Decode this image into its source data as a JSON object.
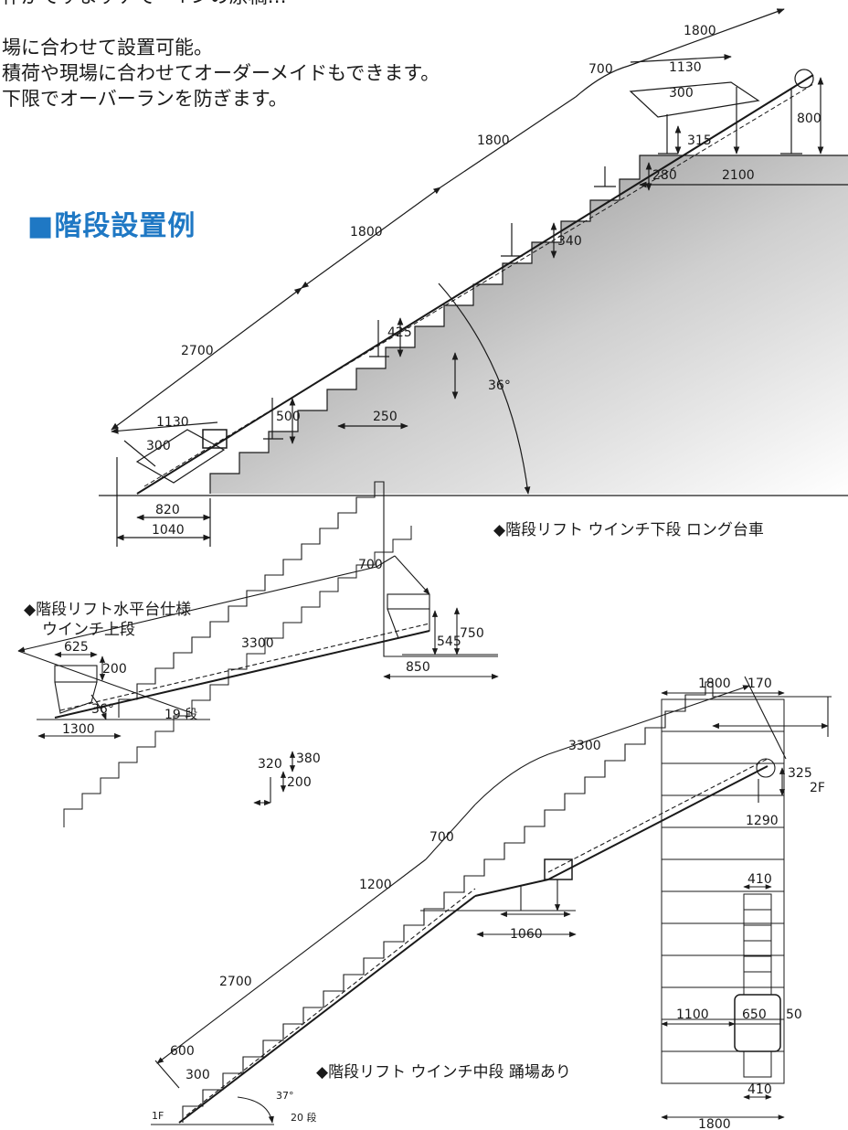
{
  "intro": {
    "line0": "作がですますチでー↑ンの原稿…",
    "line1": "場に合わせて設置可能。",
    "line2": "積荷や現場に合わせてオーダーメイドもできます。",
    "line3": "下限でオーバーランを防ぎます。"
  },
  "heading": "■階段設置例",
  "captions": {
    "top": "◆階段リフト ウインチ下段 ロング台車",
    "left_1": "◆階段リフト水平台仕様",
    "left_2": "ウインチ上段",
    "bottom": "◆階段リフト ウインチ中段 踊場あり"
  },
  "colors": {
    "heading": "#1f78c4",
    "line": "#1a1a1a",
    "shade": "#8c8c8c"
  },
  "fig1": {
    "angle": "36°",
    "dims": {
      "d1800a": "1800",
      "d700": "700",
      "d1130a": "1130",
      "d300a": "300",
      "d800": "800",
      "d1800b": "1800",
      "d315": "315",
      "d280": "280",
      "d2100": "2100",
      "d1800c": "1800",
      "d340": "340",
      "d2700": "2700",
      "d425": "425",
      "d1130b": "1130",
      "d500": "500",
      "d250": "250",
      "d300b": "300",
      "d820": "820",
      "d1040": "1040"
    }
  },
  "fig2": {
    "angle": "36°",
    "steps": "19 段",
    "dims": {
      "d700": "700",
      "d3300": "3300",
      "d750": "750",
      "d545": "545",
      "d850": "850",
      "d380": "380",
      "d320": "320",
      "d200a": "200",
      "d625": "625",
      "d200b": "200",
      "d1300": "1300"
    }
  },
  "fig3": {
    "angle": "37°",
    "steps": "20 段",
    "floor1": "1F",
    "floor2": "2F",
    "dims": {
      "d170": "170",
      "d3300": "3300",
      "d325": "325",
      "d1290": "1290",
      "d700": "700",
      "d1200": "1200",
      "d1060": "1060",
      "d2700": "2700",
      "d600": "600",
      "d300": "300"
    }
  },
  "fig4": {
    "dims": {
      "d1800a": "1800",
      "d410a": "410",
      "d1100": "1100",
      "d650": "650",
      "d50": "50",
      "d410b": "410",
      "d1800b": "1800"
    }
  }
}
